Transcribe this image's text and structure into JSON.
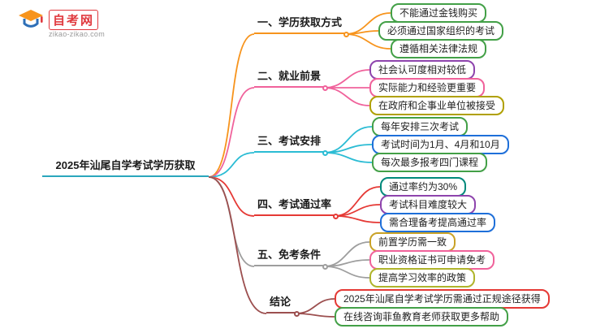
{
  "logo": {
    "name": "自考网",
    "domain": "zikao-zikao.com",
    "color": "#e0393e",
    "icon_colors": {
      "cap": "#f7941d",
      "band": "#2e6fb7",
      "tassel": "#e0393e"
    }
  },
  "root": {
    "label": "2025年汕尾自学考试学历获取",
    "color": "#2aa7bd"
  },
  "branches": [
    {
      "label": "一、学历获取方式",
      "color": "#f7941d",
      "children": [
        {
          "label": "不能通过金钱购买",
          "color": "#43a047"
        },
        {
          "label": "必须通过国家组织的考试",
          "color": "#43a047"
        },
        {
          "label": "遵循相关法律法规",
          "color": "#43a047"
        }
      ]
    },
    {
      "label": "二、就业前景",
      "color": "#f0629b",
      "children": [
        {
          "label": "社会认可度相对较低",
          "color": "#8e44ad"
        },
        {
          "label": "实际能力和经验更重要",
          "color": "#f0629b"
        },
        {
          "label": "在政府和企事业单位被接受",
          "color": "#b0a000"
        }
      ]
    },
    {
      "label": "三、考试安排",
      "color": "#2bbcd4",
      "children": [
        {
          "label": "每年安排三次考试",
          "color": "#43a047"
        },
        {
          "label": "考试时间为1月、4月和10月",
          "color": "#1e6fd9"
        },
        {
          "label": "每次最多报考四门课程",
          "color": "#43a047"
        }
      ]
    },
    {
      "label": "四、考试通过率",
      "color": "#e53935",
      "children": [
        {
          "label": "通过率约为30%",
          "color": "#00897b"
        },
        {
          "label": "考试科目难度较大",
          "color": "#8e44ad"
        },
        {
          "label": "需合理备考提高通过率",
          "color": "#1e6fd9"
        }
      ]
    },
    {
      "label": "五、免考条件",
      "color": "#9e9e9e",
      "children": [
        {
          "label": "前置学历需一致",
          "color": "#c9a227"
        },
        {
          "label": "职业资格证书可申请免考",
          "color": "#f0629b"
        },
        {
          "label": "提高学习效率的政策",
          "color": "#afb42b"
        }
      ]
    },
    {
      "label": "结论",
      "color": "#9c4f4f",
      "children": [
        {
          "label": "2025年汕尾自学考试学历需通过正规途径获得",
          "color": "#e53935"
        },
        {
          "label": "在线咨询菲鱼教育老师获取更多帮助",
          "color": "#43a047"
        }
      ]
    }
  ]
}
